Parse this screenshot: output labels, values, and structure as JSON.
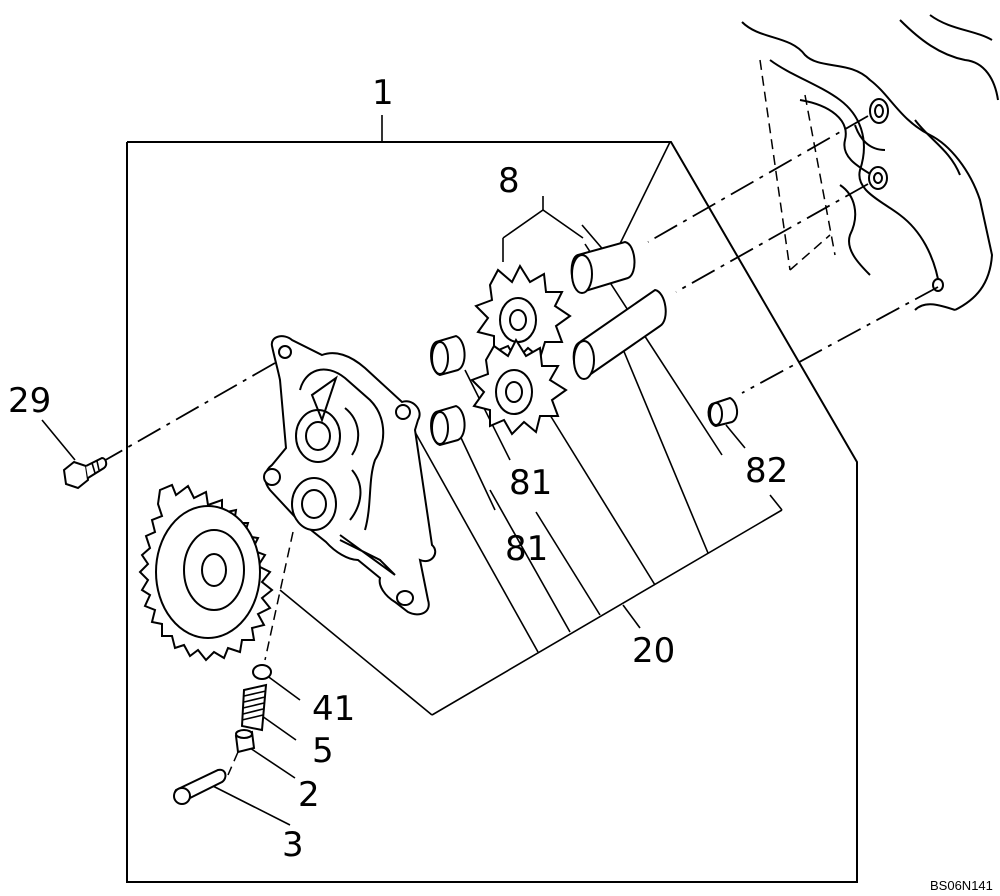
{
  "callouts": {
    "assembly": "1",
    "gear_set": "8",
    "bolt": "29",
    "pin_a": "81",
    "pin_b": "81",
    "dowel": "82",
    "pump_kit": "20",
    "o_ring": "41",
    "spring": "5",
    "valve": "2",
    "cap": "3"
  },
  "drawing_code": "BS06N141"
}
